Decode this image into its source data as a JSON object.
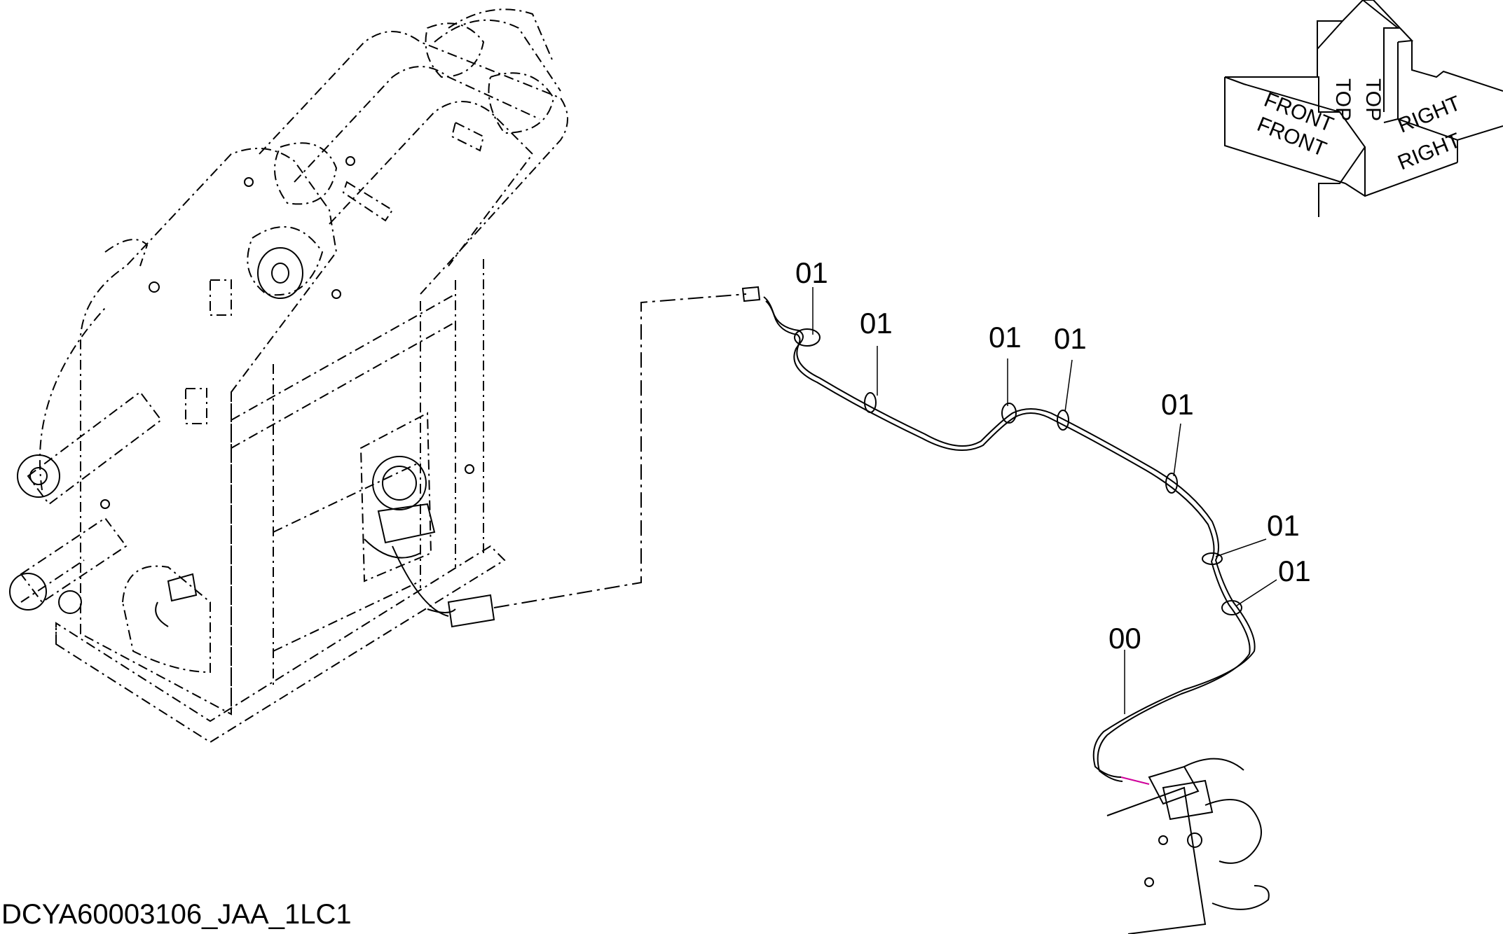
{
  "drawing_id": "DCYA60003106_JAA_1LC1",
  "callouts": {
    "c1": "01",
    "c2": "01",
    "c3": "01",
    "c4": "01",
    "c5": "01",
    "c6": "01",
    "c7": "01",
    "c8": "00"
  },
  "orientation": {
    "front_upper": "FRONT",
    "front_lower": "FRONT",
    "top_left": "TOP",
    "top_right": "TOP",
    "right_upper": "RIGHT",
    "right_lower": "RIGHT"
  },
  "colors": {
    "line": "#000000",
    "accent_wire": "#d0009a"
  }
}
